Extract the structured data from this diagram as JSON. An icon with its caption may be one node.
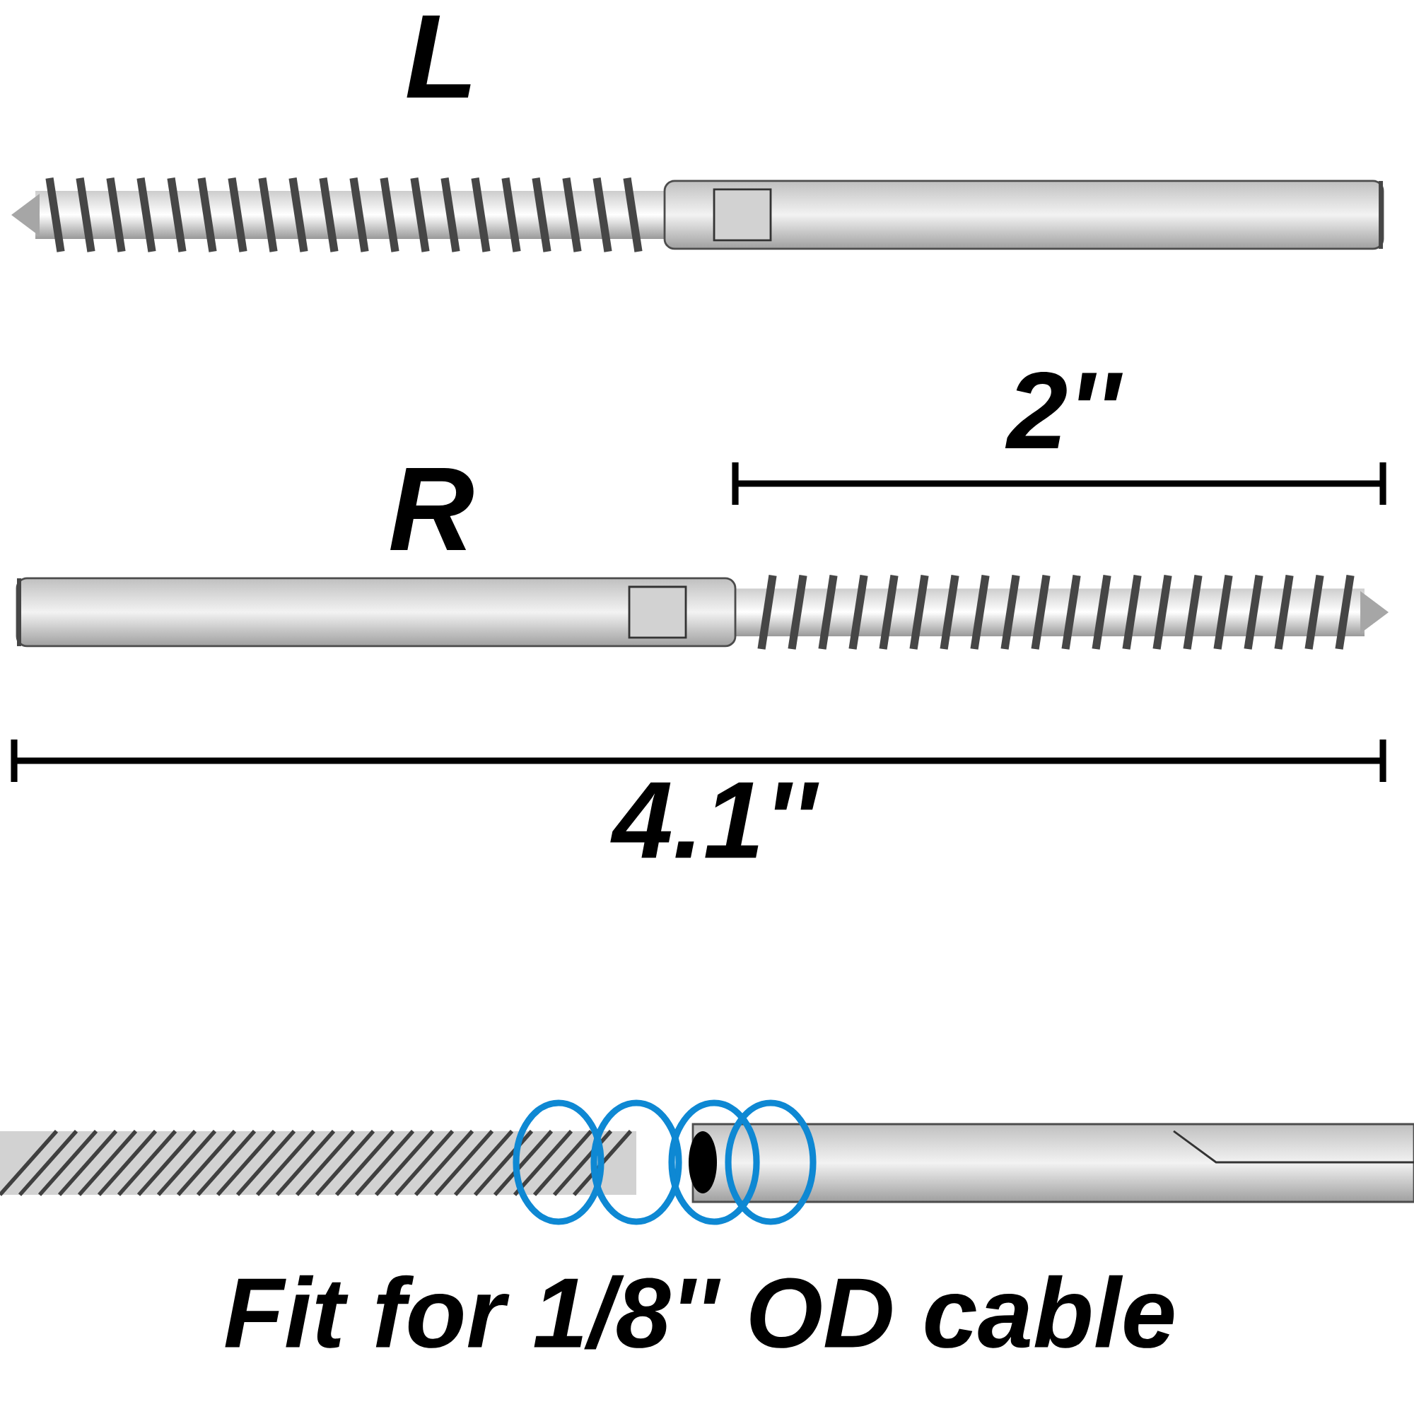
{
  "diagram": {
    "labels": [
      "L",
      "2''",
      "R",
      "4.1''",
      "Fit for 1/8'' OD cable"
    ]
  }
}
